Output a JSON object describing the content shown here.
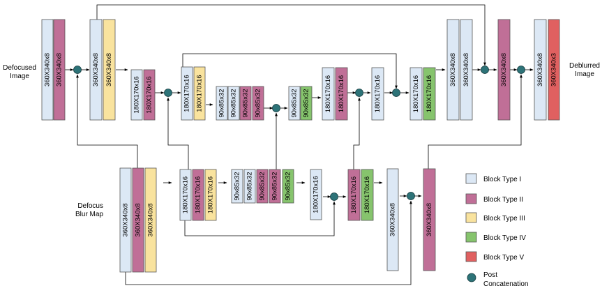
{
  "colors": {
    "I": "#dce8f5",
    "II": "#c06f97",
    "III": "#f9e39e",
    "IV": "#86c46d",
    "V": "#e06060",
    "concat": "#2d7378"
  },
  "labels": {
    "input": [
      "Defocused",
      "Image"
    ],
    "output": [
      "Deblurred",
      "Image"
    ],
    "blur_map": [
      "Defocus",
      "Blur Map"
    ]
  },
  "legend": {
    "items": [
      {
        "type": "I",
        "label": "Block Type I"
      },
      {
        "type": "II",
        "label": "Block Type II"
      },
      {
        "type": "III",
        "label": "Block Type III"
      },
      {
        "type": "IV",
        "label": "Block Type IV"
      },
      {
        "type": "V",
        "label": "Block Type V"
      }
    ],
    "concat_label": [
      "Post",
      "Concatenation"
    ]
  },
  "blocks": [
    {
      "id": "t1",
      "type": "I",
      "text": "360X340x8"
    },
    {
      "id": "t2",
      "type": "II",
      "text": "360X340x8"
    },
    {
      "id": "t3",
      "type": "I",
      "text": "360X340x8"
    },
    {
      "id": "t4",
      "type": "III",
      "text": "360X340x8"
    },
    {
      "id": "t5",
      "type": "I",
      "text": "180X170x16"
    },
    {
      "id": "t6",
      "type": "II",
      "text": "180X170x16"
    },
    {
      "id": "t7",
      "type": "I",
      "text": "180X170x16"
    },
    {
      "id": "t8",
      "type": "III",
      "text": "180X170x16"
    },
    {
      "id": "t9",
      "type": "I",
      "text": "90x85x32"
    },
    {
      "id": "t10",
      "type": "I",
      "text": "90x85x32"
    },
    {
      "id": "t11",
      "type": "II",
      "text": "90x85x32"
    },
    {
      "id": "t12",
      "type": "II",
      "text": "90x85x32"
    },
    {
      "id": "t13",
      "type": "I",
      "text": "90x85x32"
    },
    {
      "id": "t14",
      "type": "IV",
      "text": "90x85x32"
    },
    {
      "id": "t15",
      "type": "I",
      "text": "180X170x16"
    },
    {
      "id": "t16",
      "type": "II",
      "text": "180X170x16"
    },
    {
      "id": "t17",
      "type": "I",
      "text": "180X170x16"
    },
    {
      "id": "t18",
      "type": "I",
      "text": "180X170x16"
    },
    {
      "id": "t19",
      "type": "IV",
      "text": "180X170x16"
    },
    {
      "id": "t20",
      "type": "I",
      "text": "360X340x8"
    },
    {
      "id": "t21",
      "type": "I",
      "text": "360X340x8"
    },
    {
      "id": "t22",
      "type": "II",
      "text": "360X340x8"
    },
    {
      "id": "t23",
      "type": "I",
      "text": "360X340x8"
    },
    {
      "id": "t24",
      "type": "V",
      "text": "360X340x3"
    },
    {
      "id": "b1",
      "type": "I",
      "text": "360X340x8"
    },
    {
      "id": "b2",
      "type": "II",
      "text": "360X340x8"
    },
    {
      "id": "b3",
      "type": "III",
      "text": "360X340x8"
    },
    {
      "id": "b4",
      "type": "I",
      "text": "180X170x16"
    },
    {
      "id": "b5",
      "type": "II",
      "text": "180X170x16"
    },
    {
      "id": "b6",
      "type": "III",
      "text": "180X170x16"
    },
    {
      "id": "b7",
      "type": "I",
      "text": "90x85x32"
    },
    {
      "id": "b8",
      "type": "I",
      "text": "90x85x32"
    },
    {
      "id": "b9",
      "type": "II",
      "text": "90x85x32"
    },
    {
      "id": "b10",
      "type": "II",
      "text": "90x85x32"
    },
    {
      "id": "b11",
      "type": "IV",
      "text": "90x85x32"
    },
    {
      "id": "b12",
      "type": "I",
      "text": "180X170x16"
    },
    {
      "id": "b13",
      "type": "II",
      "text": "180X170x16"
    },
    {
      "id": "b14",
      "type": "IV",
      "text": "180X170x16"
    },
    {
      "id": "b15",
      "type": "I",
      "text": "360X340x8"
    },
    {
      "id": "b16",
      "type": "II",
      "text": "360X340x8"
    }
  ]
}
